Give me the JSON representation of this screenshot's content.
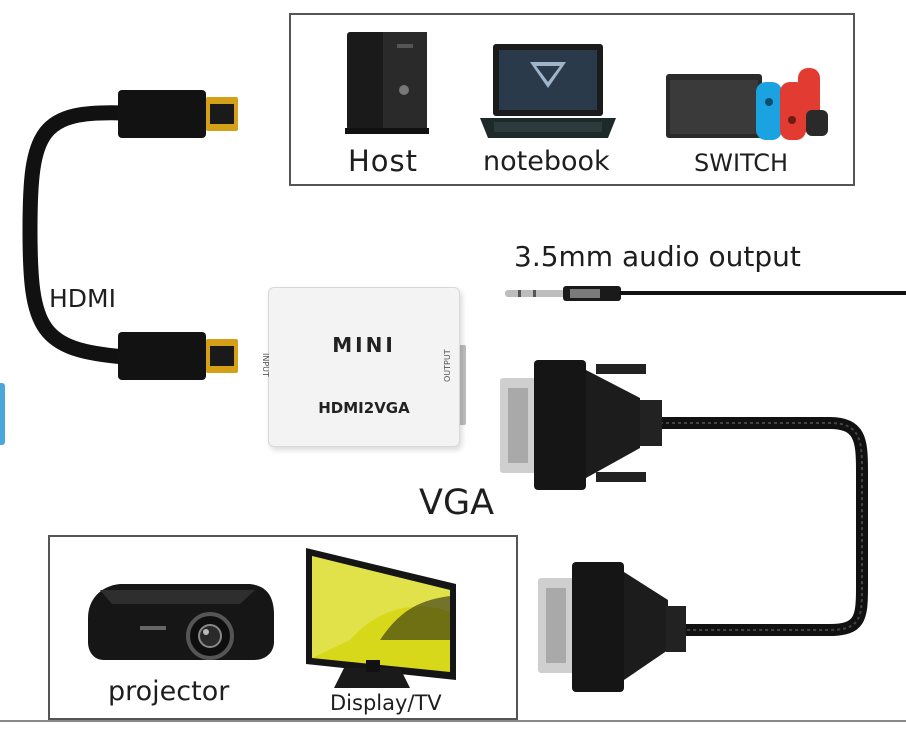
{
  "sources": {
    "host_label": "Host",
    "notebook_label": "notebook",
    "switch_label": "SWITCH"
  },
  "cables": {
    "hdmi_label": "HDMI",
    "audio_label": "3.5mm audio output",
    "vga_label": "VGA"
  },
  "adapter": {
    "brand": "MINI",
    "model": "HDMI2VGA",
    "input_port": "INPUT",
    "output_port": "OUTPUT"
  },
  "outputs": {
    "projector_label": "projector",
    "display_label": "Display/TV"
  },
  "colors": {
    "border": "#555555",
    "cable": "#111111",
    "gold": "#d4a017",
    "switch_red": "#e23b32",
    "switch_blue": "#1aa3e0",
    "screen_yellow": "#d8d81a"
  }
}
